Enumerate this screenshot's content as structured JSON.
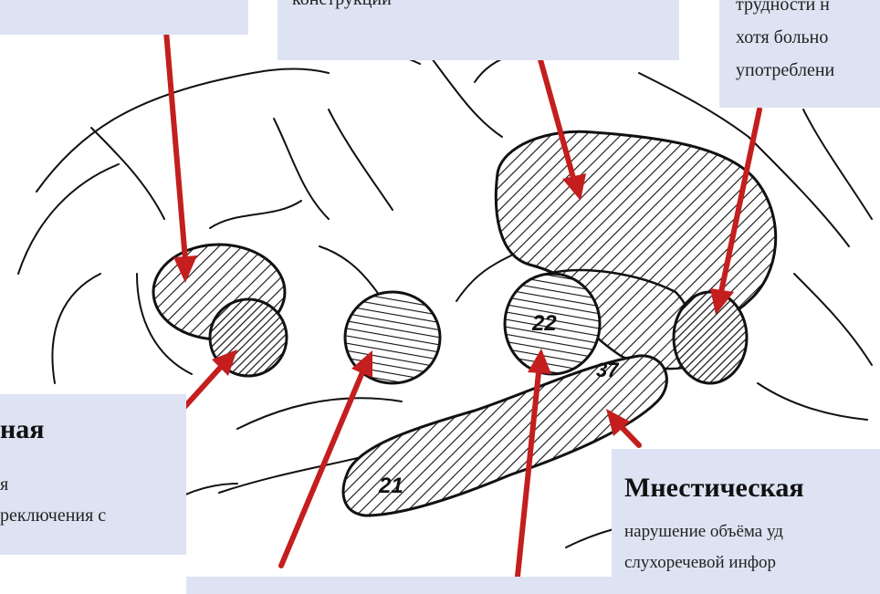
{
  "colors": {
    "arrow": "#c41e1e",
    "label_bg": "#dde3f2",
    "hatch": "#111111"
  },
  "regions": {
    "area_22": "22",
    "area_37": "37",
    "area_21": "21"
  },
  "labels": {
    "top_center": {
      "line1": "конструкции"
    },
    "top_right": {
      "line1": "трудности н",
      "line2": "хотя больно",
      "line3": "употреблени"
    },
    "left_middle": {
      "title": "ная",
      "line1": "я",
      "line2": "реключения с"
    },
    "right_bottom": {
      "title": "Мнестическая",
      "line1": "нарушение объёма  уд",
      "line2": "слухоречевой инфор"
    }
  }
}
